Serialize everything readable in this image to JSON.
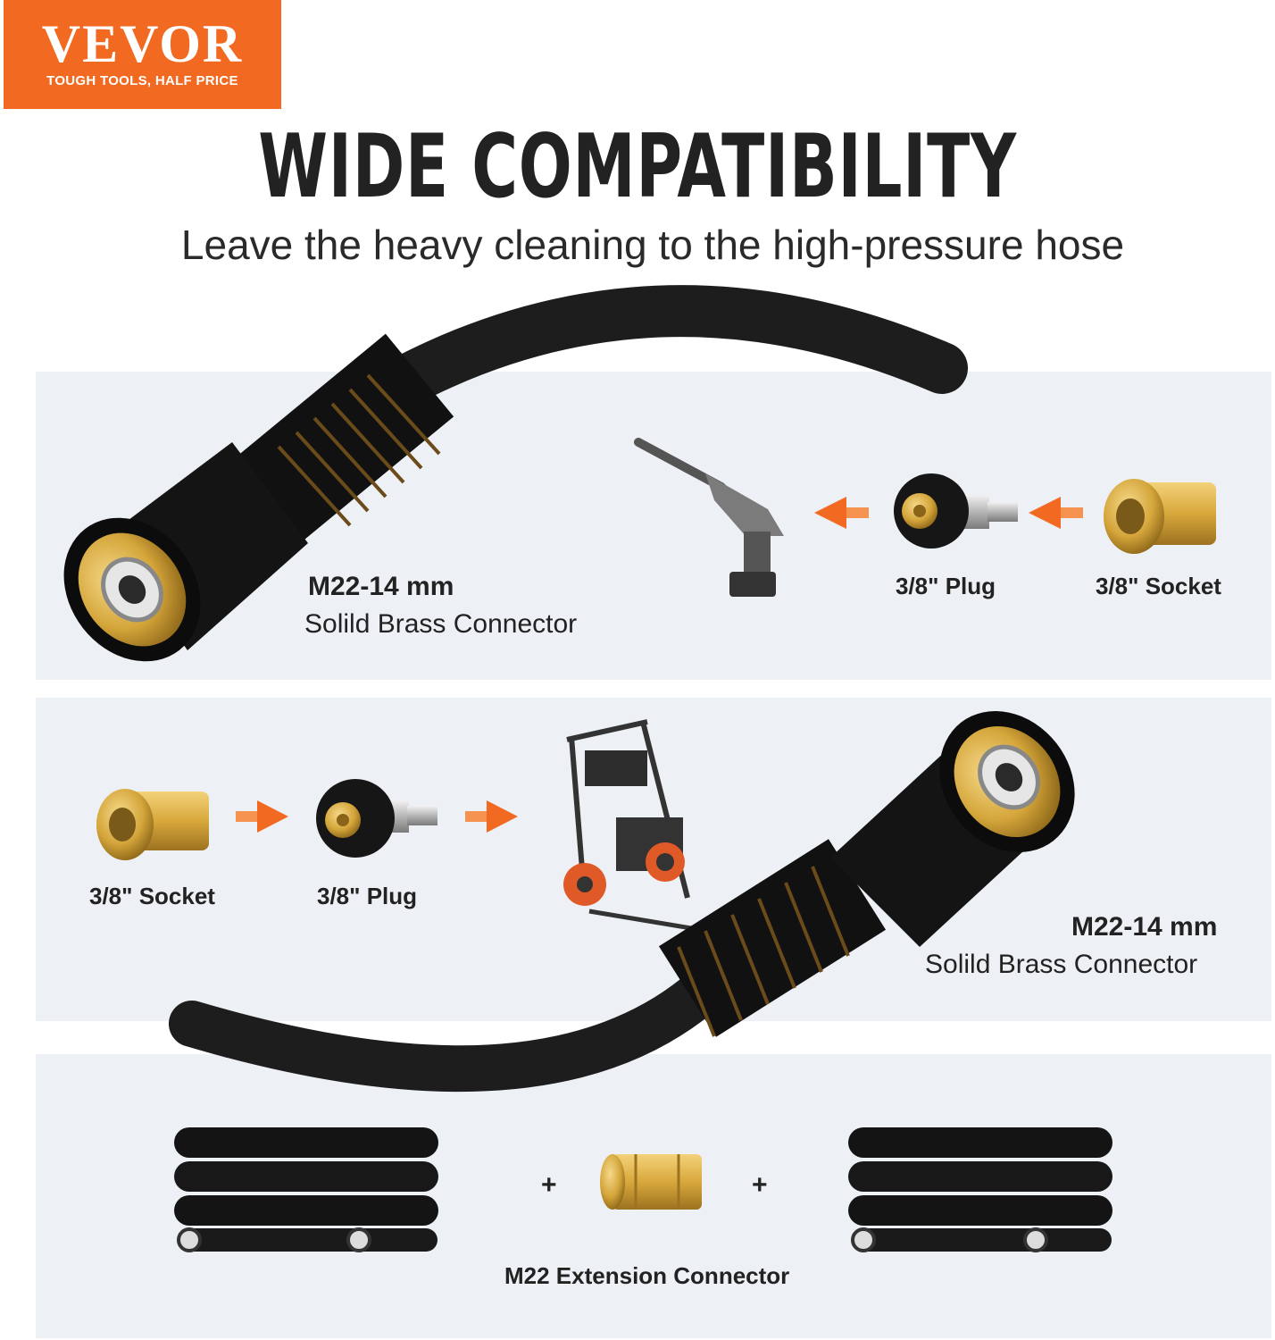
{
  "logo": {
    "brand": "VEVOR",
    "tagline": "TOUGH TOOLS, HALF PRICE"
  },
  "headline": "WIDE COMPATIBILITY",
  "subheadline": "Leave the heavy cleaning to the high-pressure hose",
  "top_panel": {
    "connector_size": "M22-14 mm",
    "connector_desc": "Solild Brass Connector",
    "plug_label": "3/8\" Plug",
    "socket_label": "3/8\" Socket"
  },
  "middle_panel": {
    "socket_label": "3/8\" Socket",
    "plug_label": "3/8\" Plug",
    "connector_size": "M22-14 mm",
    "connector_desc": "Solild Brass Connector"
  },
  "bottom_panel": {
    "plus_left": "+",
    "plus_right": "+",
    "extension_label": "M22 Extension Connector"
  },
  "colors": {
    "accent": "#f26a21",
    "panel": "#edf0f4",
    "brass": "#d4a53a",
    "hose": "#1a1a1a"
  }
}
